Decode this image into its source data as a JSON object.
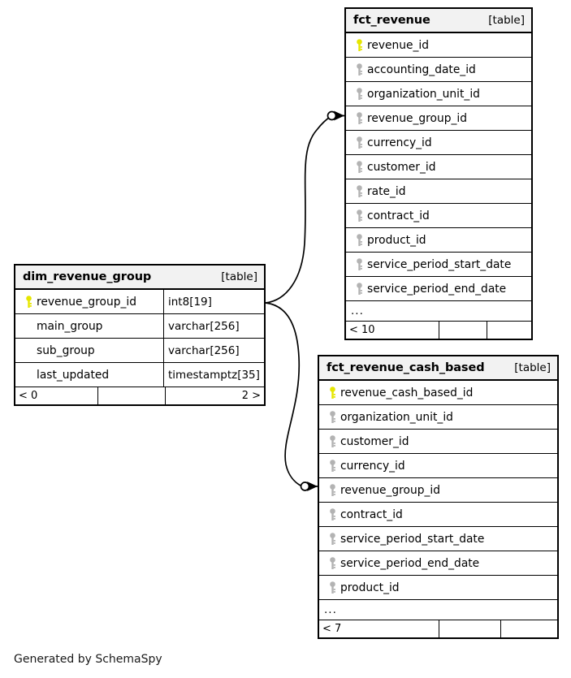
{
  "diagram": {
    "type": "entity-relationship-diagram",
    "generator_caption": "Generated by SchemaSpy",
    "table_tag": "[table]",
    "ellipsis": "...",
    "key_icon_names": {
      "primary": "primary-key-icon",
      "foreign": "foreign-key-icon"
    },
    "colors": {
      "primary_key": "#e6e600",
      "foreign_key": "#b3b3b3",
      "header_background": "#f2f2f2",
      "border": "#000000",
      "background": "#ffffff"
    }
  },
  "tables": [
    {
      "id": "fct_revenue",
      "name": "fct_revenue",
      "tag": "[table]",
      "columns": [
        {
          "name": "revenue_id",
          "key": "primary"
        },
        {
          "name": "accounting_date_id",
          "key": "foreign"
        },
        {
          "name": "organization_unit_id",
          "key": "foreign"
        },
        {
          "name": "revenue_group_id",
          "key": "foreign"
        },
        {
          "name": "currency_id",
          "key": "foreign"
        },
        {
          "name": "customer_id",
          "key": "foreign"
        },
        {
          "name": "rate_id",
          "key": "foreign"
        },
        {
          "name": "contract_id",
          "key": "foreign"
        },
        {
          "name": "product_id",
          "key": "foreign"
        },
        {
          "name": "service_period_start_date",
          "key": "foreign"
        },
        {
          "name": "service_period_end_date",
          "key": "foreign"
        }
      ],
      "has_ellipsis_row": true,
      "footer": {
        "left": "< 10",
        "middle": "",
        "right": ""
      }
    },
    {
      "id": "dim_revenue_group",
      "name": "dim_revenue_group",
      "tag": "[table]",
      "columns": [
        {
          "name": "revenue_group_id",
          "key": "primary",
          "type": "int8[19]"
        },
        {
          "name": "main_group",
          "key": "none",
          "type": "varchar[256]"
        },
        {
          "name": "sub_group",
          "key": "none",
          "type": "varchar[256]"
        },
        {
          "name": "last_updated",
          "key": "none",
          "type": "timestamptz[35]"
        }
      ],
      "has_ellipsis_row": false,
      "footer": {
        "left": "< 0",
        "middle": "",
        "right": "2 >"
      }
    },
    {
      "id": "fct_revenue_cash_based",
      "name": "fct_revenue_cash_based",
      "tag": "[table]",
      "columns": [
        {
          "name": "revenue_cash_based_id",
          "key": "primary"
        },
        {
          "name": "organization_unit_id",
          "key": "foreign"
        },
        {
          "name": "customer_id",
          "key": "foreign"
        },
        {
          "name": "currency_id",
          "key": "foreign"
        },
        {
          "name": "revenue_group_id",
          "key": "foreign"
        },
        {
          "name": "contract_id",
          "key": "foreign"
        },
        {
          "name": "service_period_start_date",
          "key": "foreign"
        },
        {
          "name": "service_period_end_date",
          "key": "foreign"
        },
        {
          "name": "product_id",
          "key": "foreign"
        }
      ],
      "has_ellipsis_row": true,
      "footer": {
        "left": "< 7",
        "middle": "",
        "right": ""
      }
    }
  ],
  "relationships": [
    {
      "id": "rel-dim-to-fct-revenue",
      "from_table": "dim_revenue_group",
      "from_column": "revenue_group_id",
      "to_table": "fct_revenue",
      "to_column": "revenue_group_id",
      "notation": "crows-foot-optional"
    },
    {
      "id": "rel-dim-to-fct-revenue-cash-based",
      "from_table": "dim_revenue_group",
      "from_column": "revenue_group_id",
      "to_table": "fct_revenue_cash_based",
      "to_column": "revenue_group_id",
      "notation": "crows-foot-optional"
    }
  ]
}
